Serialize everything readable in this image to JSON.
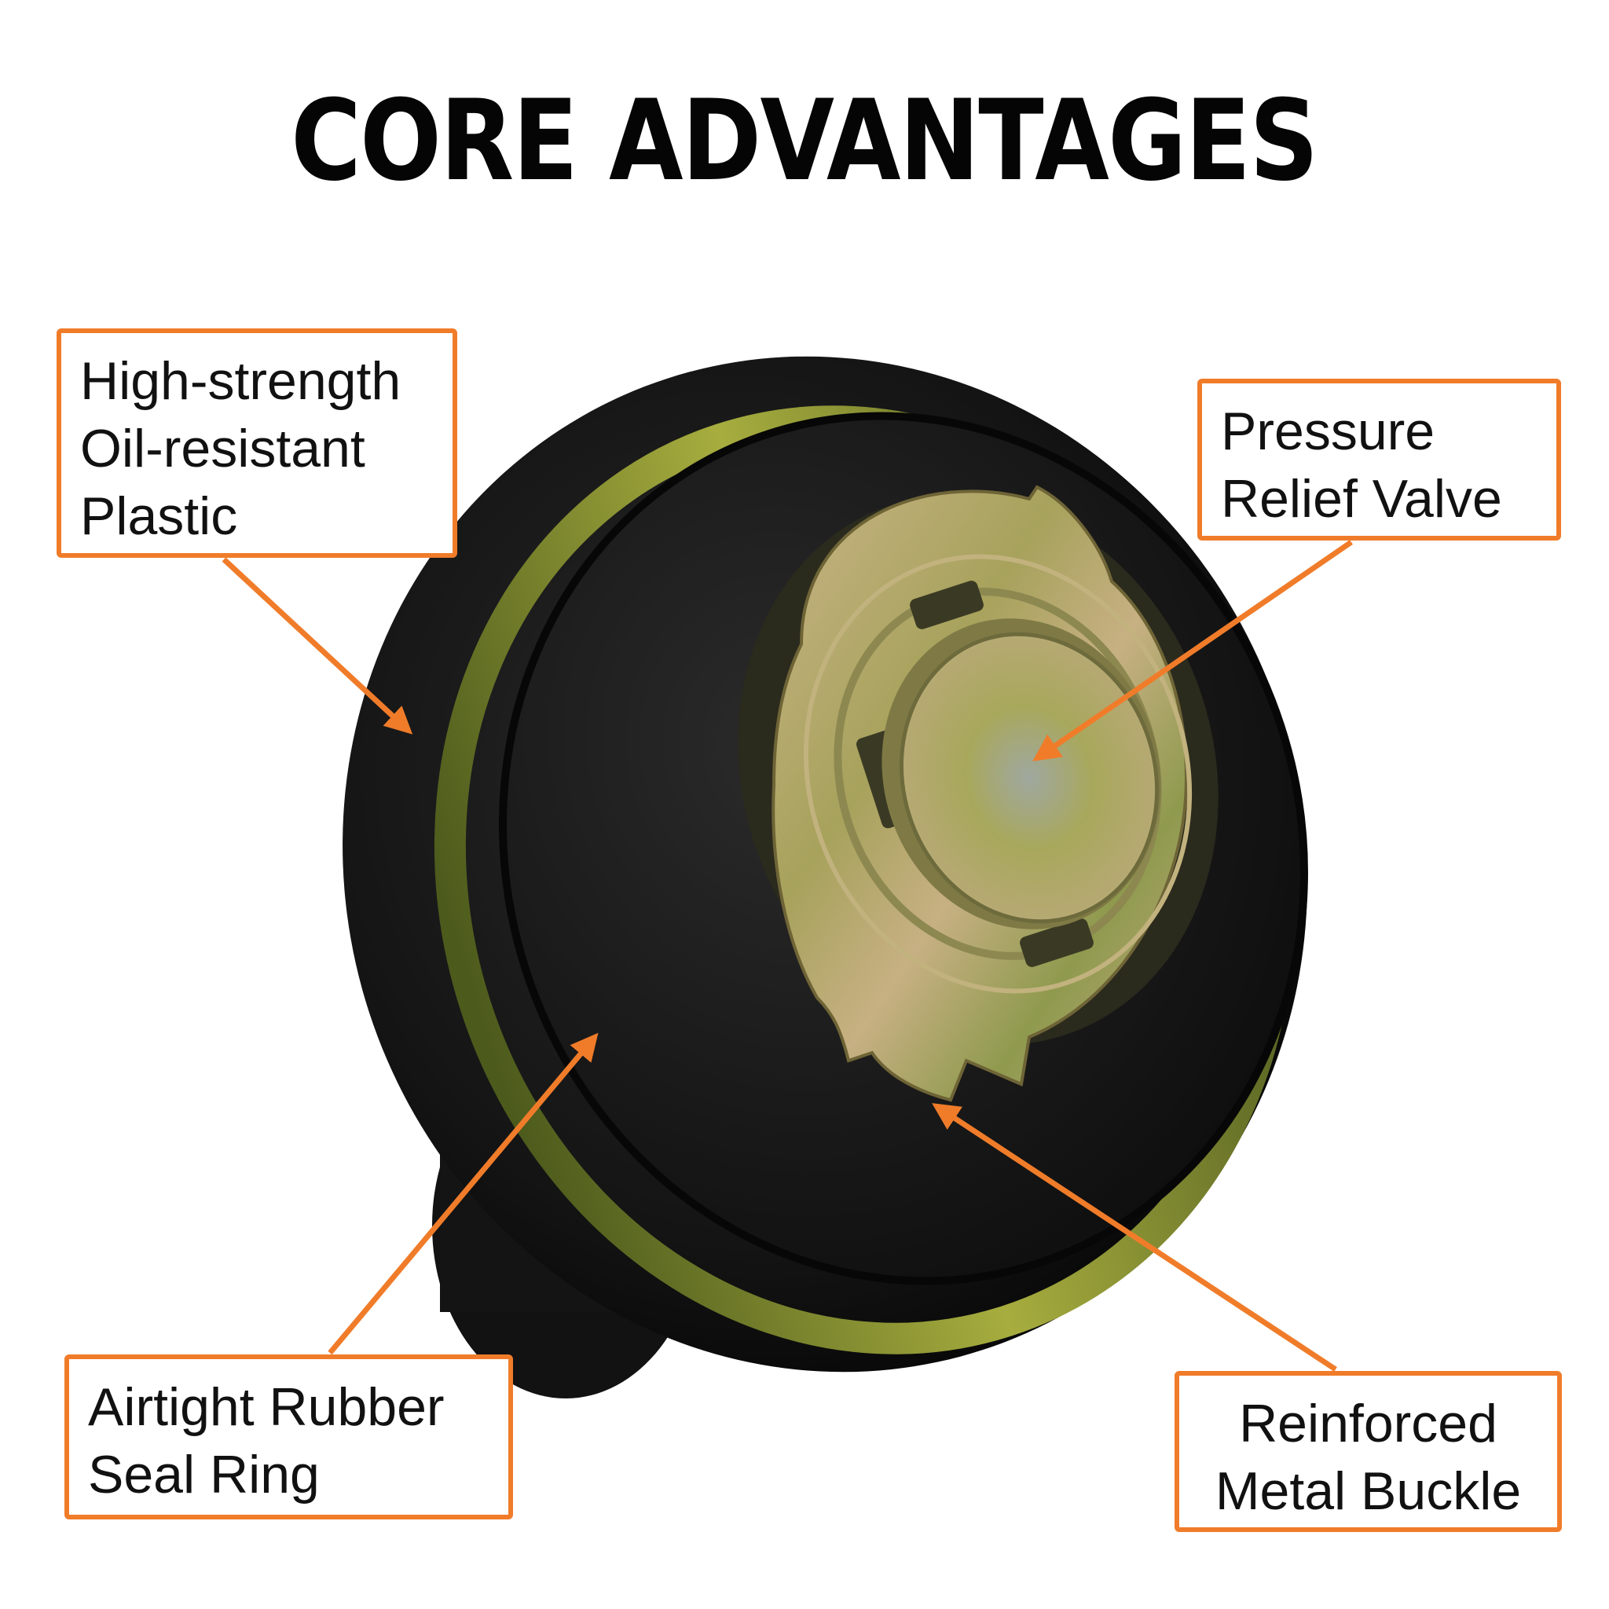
{
  "title": "CORE ADVANTAGES",
  "colors": {
    "accent": "#f07c2a",
    "text": "#111111",
    "cap_black": "#161616",
    "metal": "#b7a86a"
  },
  "callouts": {
    "plastic": {
      "lines": [
        "High-strength",
        "Oil-resistant",
        "Plastic"
      ]
    },
    "valve": {
      "lines": [
        "Pressure",
        "Relief Valve"
      ]
    },
    "seal": {
      "lines": [
        "Airtight Rubber",
        "Seal Ring"
      ]
    },
    "buckle": {
      "lines": [
        "Reinforced",
        "Metal Buckle"
      ]
    }
  }
}
